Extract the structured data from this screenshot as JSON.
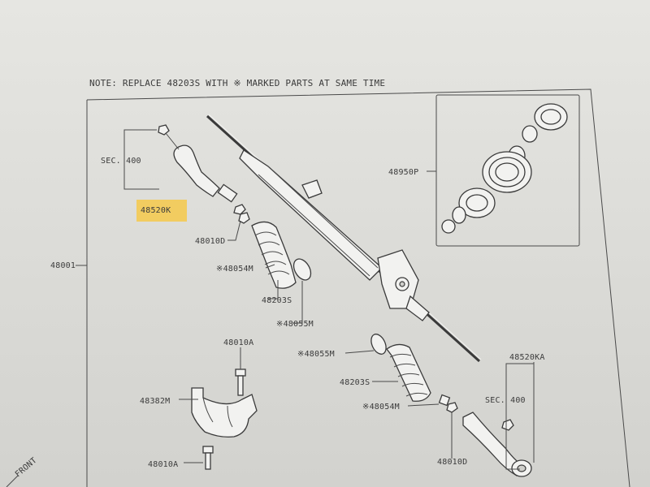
{
  "note": "NOTE: REPLACE 48203S WITH ※ MARKED PARTS AT SAME TIME",
  "frame_label": "48001",
  "top_left": {
    "sec": "SEC. 400",
    "part_highlighted": "48520K",
    "part_nut": "48010D",
    "part_boot_band": "※48054M",
    "part_boot": "48203S",
    "part_clamp": "※48055M"
  },
  "inset": {
    "part": "48950P"
  },
  "right_side": {
    "part_clamp": "※48055M",
    "part_boot": "48203S",
    "part_boot_band": "※48054M",
    "part_nut": "48010D",
    "part_tie_rod": "48520KA",
    "sec": "SEC. 400"
  },
  "bracket": {
    "part_bolt_top": "48010A",
    "part_bracket": "48382M",
    "part_bolt_bottom": "48010A"
  },
  "front_indicator": "FRONT",
  "colors": {
    "highlight": "#f6c94a",
    "ink": "#3b3b3b"
  }
}
